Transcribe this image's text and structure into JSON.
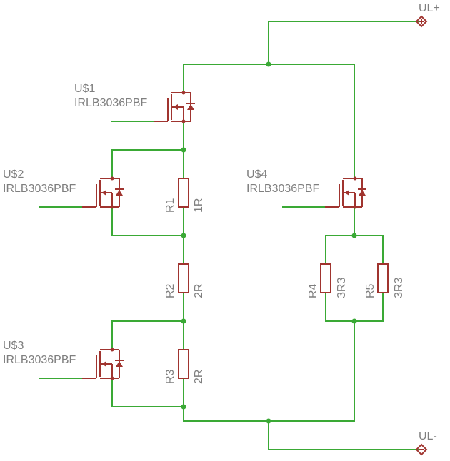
{
  "colors": {
    "wire": "#3aa935",
    "symbol": "#a0342f",
    "text": "#7f7f7f"
  },
  "terminals": {
    "pos": "UL+",
    "neg": "UL-"
  },
  "mosfets": [
    {
      "name": "U$1",
      "part": "IRLB3036PBF"
    },
    {
      "name": "U$2",
      "part": "IRLB3036PBF"
    },
    {
      "name": "U$3",
      "part": "IRLB3036PBF"
    },
    {
      "name": "U$4",
      "part": "IRLB3036PBF"
    }
  ],
  "resistors": [
    {
      "name": "R1",
      "value": "1R"
    },
    {
      "name": "R2",
      "value": "2R"
    },
    {
      "name": "R3",
      "value": "2R"
    },
    {
      "name": "R4",
      "value": "3R3"
    },
    {
      "name": "R5",
      "value": "3R3"
    }
  ]
}
